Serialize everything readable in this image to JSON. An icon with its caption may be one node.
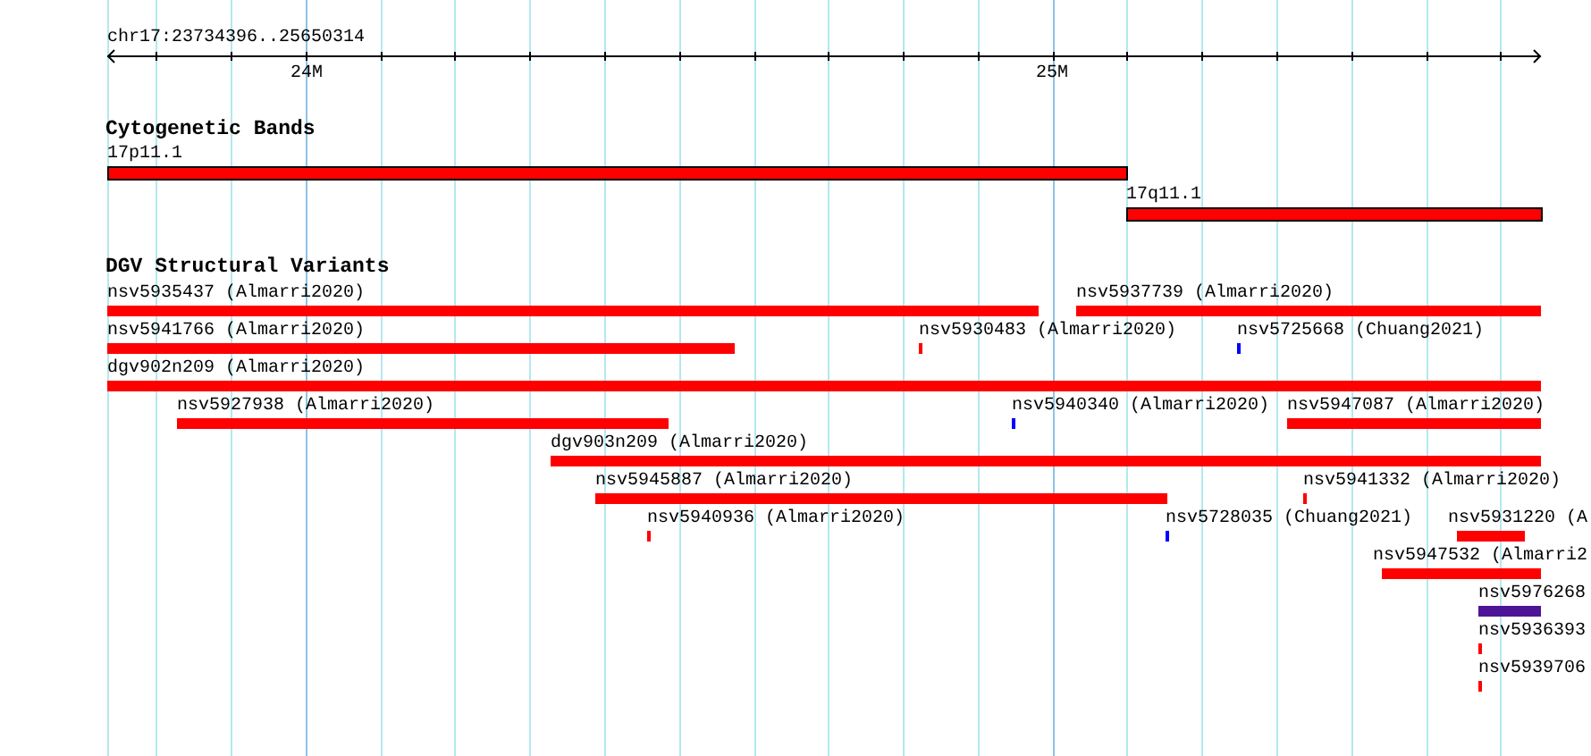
{
  "diagram": {
    "nodes": [
      {
        "text": [
          "17p11.1"
        ]
      },
      {
        "text": [
          "17q11.1"
        ]
      },
      {
        "text": [
          "nsv5935437 (Almarri2020)"
        ]
      },
      {
        "text": [
          "nsv5937739 (Almarri2020)"
        ]
      },
      {
        "text": [
          "nsv5941766 (Almarri2020)"
        ]
      },
      {
        "text": [
          "nsv5930483 (Almarri2020)"
        ]
      },
      {
        "text": [
          "nsv5725668 (Chuang2021)"
        ]
      },
      {
        "text": [
          "dgv902n209 (Almarri2020)"
        ]
      },
      {
        "text": [
          "nsv5927938 (Almarri2020)"
        ]
      },
      {
        "text": [
          "nsv5940340 (Almarri2020)"
        ]
      },
      {
        "text": [
          "nsv5947087 (Almarri2020)"
        ]
      },
      {
        "text": [
          "dgv903n209 (Almarri2020)"
        ]
      },
      {
        "text": [
          "nsv5945887 (Almarri2020)"
        ]
      },
      {
        "text": [
          "nsv5941332 (Almarri2020)"
        ]
      },
      {
        "text": [
          "nsv5940936 (Almarri2020)"
        ]
      },
      {
        "text": [
          "nsv5728035 (Chuang2021)"
        ]
      },
      {
        "text": [
          "nsv5931220 (A"
        ]
      },
      {
        "text": [
          "nsv5947532 (Almarri2"
        ]
      },
      {
        "text": [
          "nsv5976268"
        ]
      },
      {
        "text": [
          "nsv5936393"
        ]
      },
      {
        "text": [
          "nsv5939706"
        ]
      }
    ],
    "labels": [
      "chr17:23734396..25650314",
      "24M",
      "25M",
      "Cytogenetic Bands",
      "DGV Structural Variants"
    ]
  }
}
